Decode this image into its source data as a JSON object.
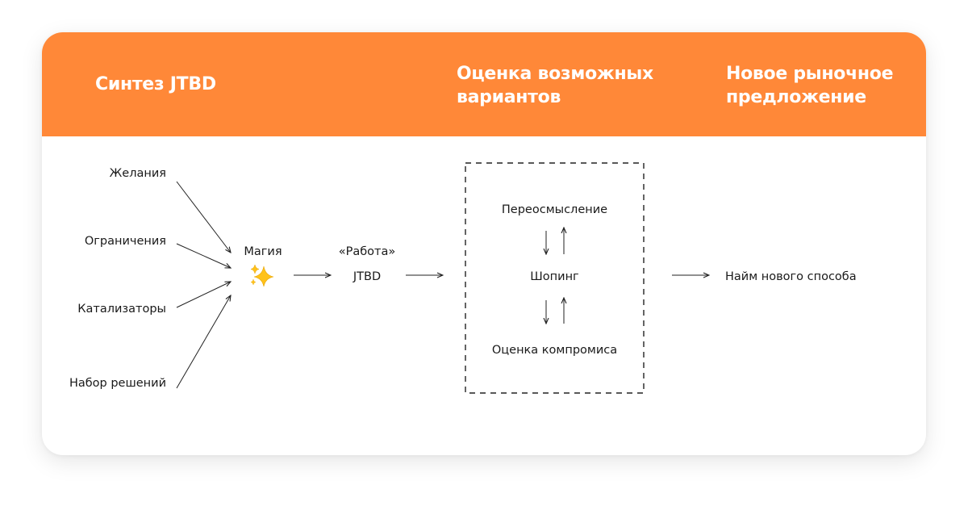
{
  "header": {
    "col1_title": "Синтез JTBD",
    "col2_title": "Оценка возможных\nвариантов",
    "col3_title": "Новое рыночное\nпредложение",
    "background_color": "#ff8838"
  },
  "inputs": [
    "Желания",
    "Ограничения",
    "Катализаторы",
    "Набор решений"
  ],
  "magic": {
    "label": "Магия",
    "icon": "sparkles-icon"
  },
  "job": {
    "line1": "«Работа»",
    "line2": "JTBD"
  },
  "evaluation": {
    "steps": [
      "Переосмысление",
      "Шопинг",
      "Оценка компромиса"
    ]
  },
  "result": {
    "label": "Найм нового способа"
  }
}
